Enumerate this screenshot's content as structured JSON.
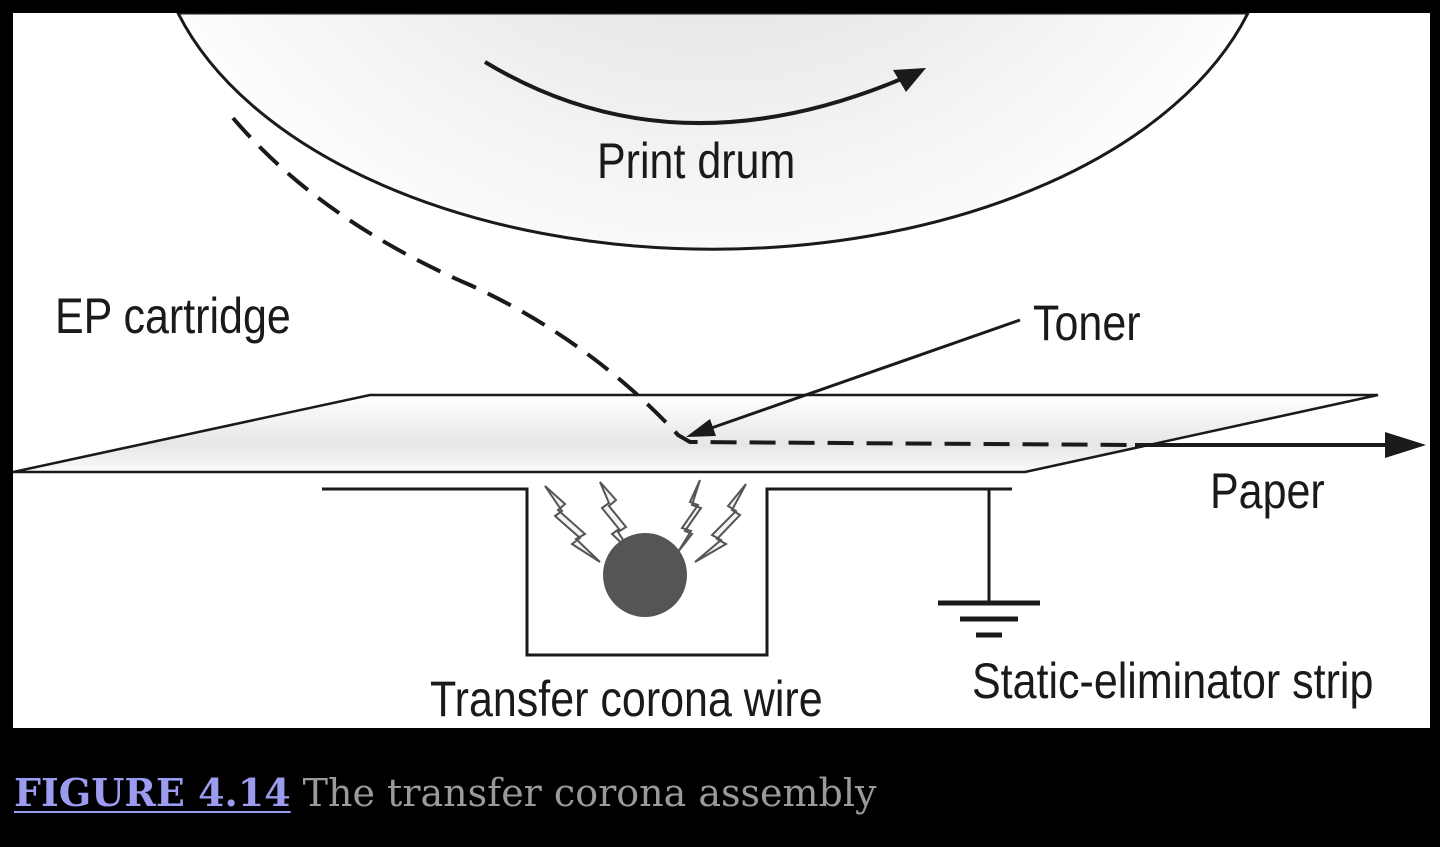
{
  "diagram": {
    "labels": {
      "print_drum": "Print drum",
      "ep_cartridge": "EP cartridge",
      "toner": "Toner",
      "paper": "Paper",
      "transfer_corona_wire": "Transfer corona wire",
      "static_eliminator_strip": "Static-eliminator strip"
    }
  },
  "caption": {
    "label": "FIGURE 4.14",
    "text": "The transfer corona assembly"
  },
  "colors": {
    "page_background": "#000000",
    "diagram_background": "#ffffff",
    "caption_label": "#9b9bf0",
    "caption_text": "#9a9a9a",
    "corona_wire": "#555555"
  }
}
